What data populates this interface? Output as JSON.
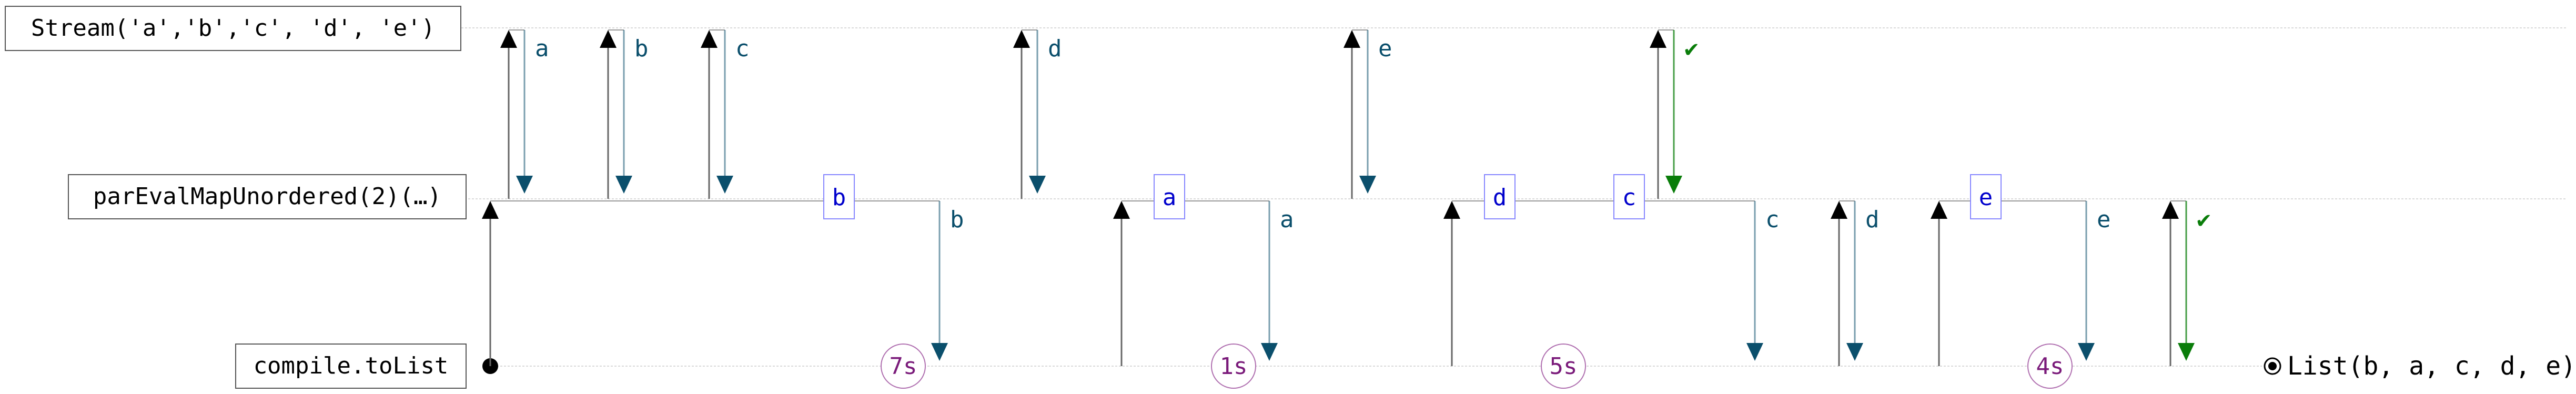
{
  "colors": {
    "lane": "#d9d9d9",
    "box_border": "#555555",
    "up_arrow": "#000000",
    "down_arrow": "#0b4f6c",
    "done": "#0a7d0a",
    "inflight_border": "#8888ff",
    "inflight_text": "#0000cc",
    "timer": "#7a1a7a",
    "stem": "#555555"
  },
  "lanes": [
    {
      "id": "stream",
      "label": "Stream('a','b','c', 'd', 'e')"
    },
    {
      "id": "par",
      "label": "parEvalMapUnordered(2)(…)"
    },
    {
      "id": "compile",
      "label": "compile.toList"
    }
  ],
  "result": {
    "text": "List(b, a, c, d, e)"
  },
  "pulls_top": [
    {
      "up": 967,
      "down": 997,
      "label": "a",
      "done": false
    },
    {
      "up": 1156,
      "down": 1186,
      "label": "b",
      "done": false
    },
    {
      "up": 1348,
      "down": 1378,
      "label": "c",
      "done": false
    },
    {
      "up": 1942,
      "down": 1972,
      "label": "d",
      "done": false
    },
    {
      "up": 2570,
      "down": 2600,
      "label": "e",
      "done": false
    },
    {
      "up": 3152,
      "down": 3182,
      "label": "✔",
      "done": true
    }
  ],
  "pulls_bottom": [
    {
      "up": 0,
      "down": 1786,
      "label": "b",
      "done": false
    },
    {
      "up": 2132,
      "down": 2413,
      "label": "a",
      "done": false
    },
    {
      "up": 2760,
      "down": 3336,
      "label": "c",
      "done": false
    },
    {
      "up": 3496,
      "down": 3526,
      "label": "d",
      "done": false
    },
    {
      "up": 3686,
      "down": 3966,
      "label": "e",
      "done": false
    },
    {
      "up": 4126,
      "down": 4156,
      "label": "✔",
      "done": true
    }
  ],
  "inflight": [
    {
      "label": "b"
    },
    {
      "label": "a"
    },
    {
      "label": "d"
    },
    {
      "label": "c"
    },
    {
      "label": "e"
    }
  ],
  "timers": [
    {
      "label": "7s"
    },
    {
      "label": "1s"
    },
    {
      "label": "5s"
    },
    {
      "label": "4s"
    }
  ]
}
